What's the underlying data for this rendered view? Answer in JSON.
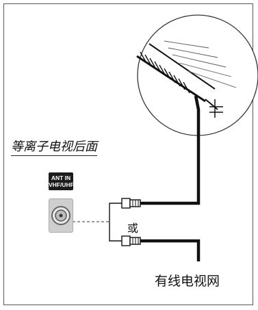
{
  "panel": {
    "label": "等离子电视后面",
    "port_label_line1": "ANT IN",
    "port_label_line2": "VHF/UHF"
  },
  "options": {
    "or_label": "或",
    "cable_tv_label": "有线电视网"
  },
  "icons": [
    "antenna-icon",
    "coax-plug-icon",
    "rf-connector-icon"
  ],
  "colors": {
    "cable": "#111111",
    "panel": "#d0d0d0",
    "badge": "#1b1b1b"
  }
}
